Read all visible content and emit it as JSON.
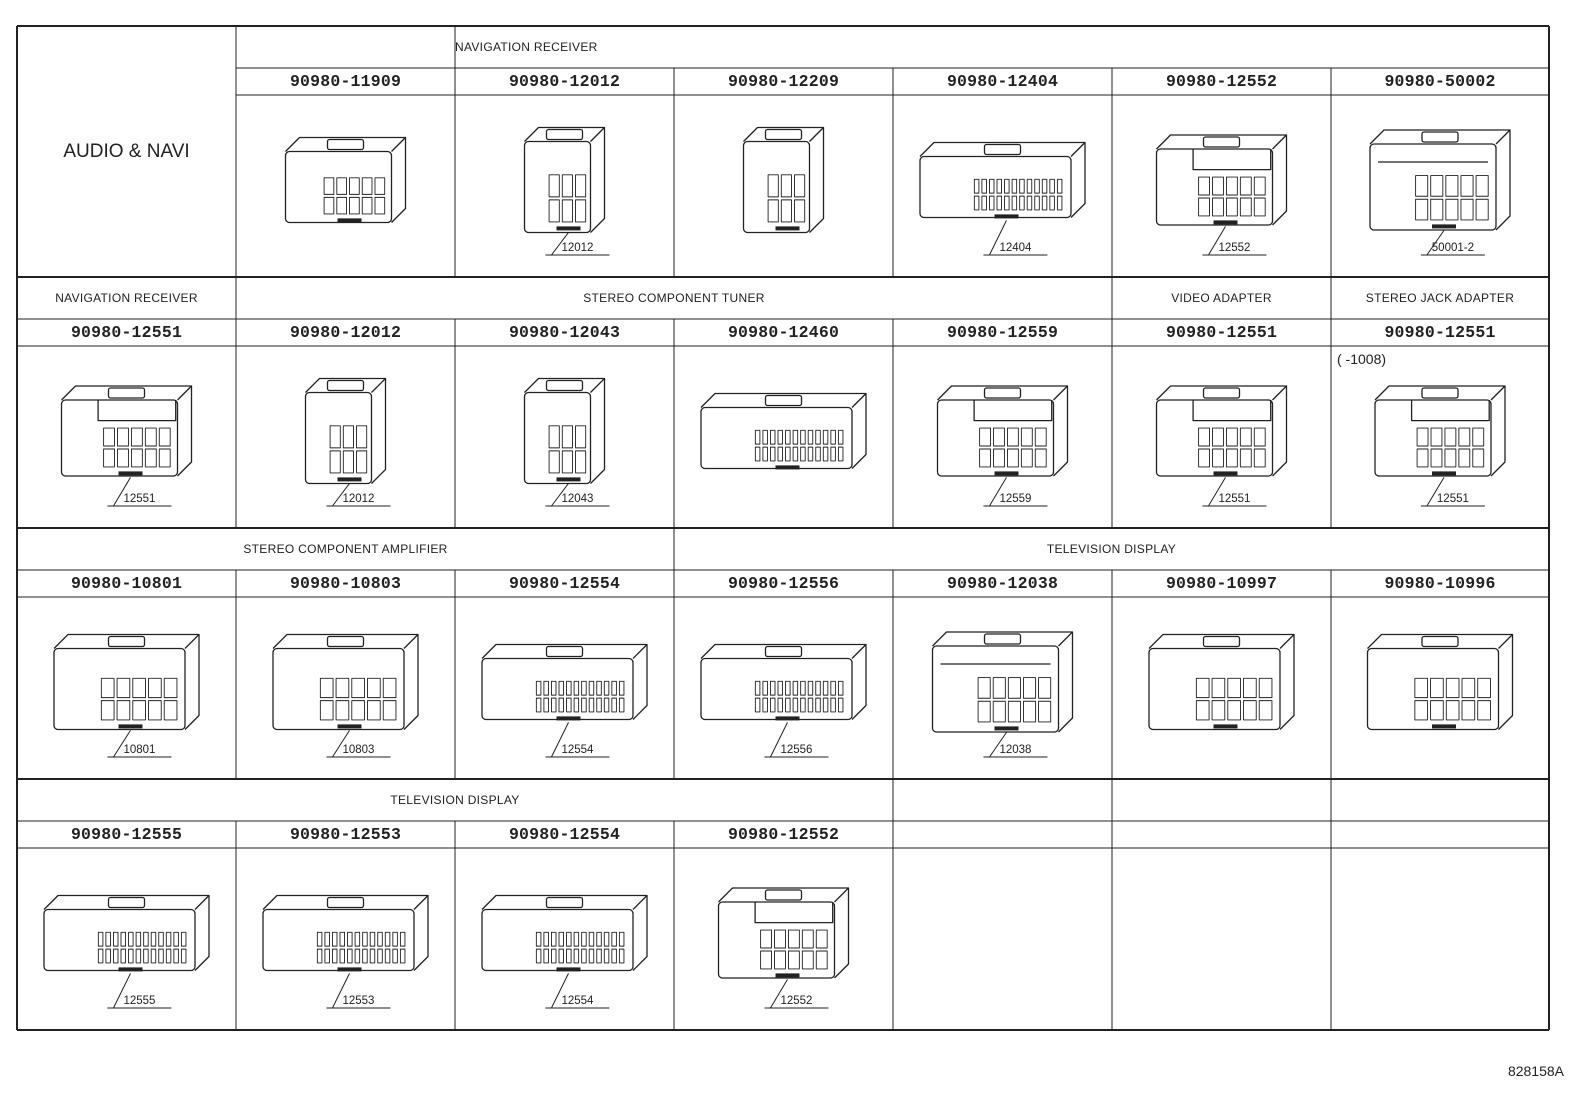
{
  "title": "AUDIO & NAVI",
  "figure_ref": "828158A",
  "rows": [
    {
      "groups": [
        {
          "label": "NAVIGATION RECEIVER",
          "span": [
            1,
            6
          ]
        }
      ],
      "cells": [
        {
          "part": "90980-11909",
          "callout": "",
          "shape": "box-small"
        },
        {
          "part": "90980-12012",
          "callout": "12012",
          "shape": "tall-narrow"
        },
        {
          "part": "90980-12209",
          "callout": "",
          "shape": "tall-narrow"
        },
        {
          "part": "90980-12404",
          "callout": "12404",
          "shape": "wide-flat"
        },
        {
          "part": "90980-12552",
          "callout": "12552",
          "shape": "frame-double"
        },
        {
          "part": "90980-50002",
          "callout": "50001-2",
          "shape": "block"
        }
      ]
    },
    {
      "groups": [
        {
          "label": "NAVIGATION RECEIVER",
          "span": [
            0,
            0
          ]
        },
        {
          "label": "STEREO COMPONENT TUNER",
          "span": [
            1,
            4
          ]
        },
        {
          "label": "VIDEO ADAPTER",
          "span": [
            5,
            5
          ]
        },
        {
          "label": "STEREO JACK ADAPTER",
          "span": [
            6,
            6
          ]
        }
      ],
      "cells": [
        {
          "part": "90980-12551",
          "callout": "12551",
          "shape": "frame-double"
        },
        {
          "part": "90980-12012",
          "callout": "12012",
          "shape": "tall-narrow"
        },
        {
          "part": "90980-12043",
          "callout": "12043",
          "shape": "tall-narrow"
        },
        {
          "part": "90980-12460",
          "callout": "",
          "shape": "wide-flat"
        },
        {
          "part": "90980-12559",
          "callout": "12559",
          "shape": "frame-double"
        },
        {
          "part": "90980-12551",
          "callout": "12551",
          "shape": "frame-double"
        },
        {
          "part": "90980-12551",
          "callout": "12551",
          "shape": "frame-double",
          "extra": "(       -1008)"
        }
      ]
    },
    {
      "groups": [
        {
          "label": "STEREO COMPONENT AMPLIFIER",
          "span": [
            0,
            2
          ]
        },
        {
          "label": "TELEVISION DISPLAY",
          "span": [
            3,
            6
          ]
        }
      ],
      "cells": [
        {
          "part": "90980-10801",
          "callout": "10801",
          "shape": "box-grid"
        },
        {
          "part": "90980-10803",
          "callout": "10803",
          "shape": "box-grid"
        },
        {
          "part": "90980-12554",
          "callout": "12554",
          "shape": "wide-flat"
        },
        {
          "part": "90980-12556",
          "callout": "12556",
          "shape": "wide-flat"
        },
        {
          "part": "90980-12038",
          "callout": "12038",
          "shape": "block"
        },
        {
          "part": "90980-10997",
          "callout": "",
          "shape": "box-grid"
        },
        {
          "part": "90980-10996",
          "callout": "",
          "shape": "box-grid"
        }
      ]
    },
    {
      "groups": [
        {
          "label": "TELEVISION DISPLAY",
          "span": [
            0,
            3
          ]
        },
        {
          "label": "",
          "span": [
            4,
            4
          ]
        },
        {
          "label": "",
          "span": [
            5,
            5
          ]
        },
        {
          "label": "",
          "span": [
            6,
            6
          ]
        }
      ],
      "cells": [
        {
          "part": "90980-12555",
          "callout": "12555",
          "shape": "wide-flat"
        },
        {
          "part": "90980-12553",
          "callout": "12553",
          "shape": "wide-flat"
        },
        {
          "part": "90980-12554",
          "callout": "12554",
          "shape": "wide-flat"
        },
        {
          "part": "90980-12552",
          "callout": "12552",
          "shape": "frame-double"
        },
        {
          "part": "",
          "callout": "",
          "shape": "none"
        },
        {
          "part": "",
          "callout": "",
          "shape": "none"
        },
        {
          "part": "",
          "callout": "",
          "shape": "none"
        }
      ]
    }
  ]
}
